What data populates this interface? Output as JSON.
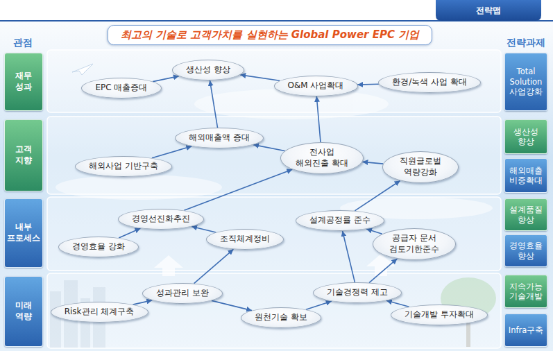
{
  "diagram": {
    "title": "최고의 기술로 고객가치를 실현하는 Global Power EPC 기업",
    "nodes": [
      {
        "text": [
          "재무 성과"
        ]
      },
      {
        "text": [
          "고객 지향"
        ]
      },
      {
        "text": [
          "내부 프로세스"
        ]
      },
      {
        "text": [
          "미래 역량"
        ]
      },
      {
        "text": [
          "EPC 매출증대"
        ]
      },
      {
        "text": [
          "생산성 향상"
        ]
      },
      {
        "text": [
          "O&M 사업확대"
        ]
      },
      {
        "text": [
          "환경/녹색 사업 확대"
        ]
      },
      {
        "text": [
          "해외매출액 증대"
        ]
      },
      {
        "text": [
          "해외사업 기반구축"
        ]
      },
      {
        "text": [
          "전사업 해외진출 확대"
        ]
      },
      {
        "text": [
          "직원글로벌 역량강화"
        ]
      },
      {
        "text": [
          "경영선진화추진"
        ]
      },
      {
        "text": [
          "경영효율 강화"
        ]
      },
      {
        "text": [
          "조직체계정비"
        ]
      },
      {
        "text": [
          "설계공정률 준수"
        ]
      },
      {
        "text": [
          "공급자 문서 검토기한준수"
        ]
      },
      {
        "text": [
          "Risk관리 체계구축"
        ]
      },
      {
        "text": [
          "성과관리 보완"
        ]
      },
      {
        "text": [
          "원천기술 확보"
        ]
      },
      {
        "text": [
          "기술경쟁력 제고"
        ]
      },
      {
        "text": [
          "기술개발 투자확대"
        ]
      },
      {
        "text": [
          "Total Solution 사업강화"
        ]
      },
      {
        "text": [
          "생산성 향상"
        ]
      },
      {
        "text": [
          "해외매출 비중확대"
        ]
      },
      {
        "text": [
          "설계품질 향상"
        ]
      },
      {
        "text": [
          "경영효율 향상"
        ]
      },
      {
        "text": [
          "지속가능 기술개발"
        ]
      },
      {
        "text": [
          "Infra구축"
        ]
      }
    ],
    "edges": [
      {
        "from": 4,
        "to": 5,
        "arrow": "to"
      },
      {
        "from": 6,
        "to": 5,
        "arrow": "to"
      },
      {
        "from": 7,
        "to": 6,
        "arrow": "to"
      },
      {
        "from": 8,
        "to": 5,
        "arrow": "to"
      },
      {
        "from": 9,
        "to": 8,
        "arrow": "to"
      },
      {
        "from": 10,
        "to": 8,
        "arrow": "to"
      },
      {
        "from": 10,
        "to": 6,
        "arrow": "to"
      },
      {
        "from": 11,
        "to": 10,
        "arrow": "to"
      },
      {
        "from": 12,
        "to": 10,
        "arrow": "to"
      },
      {
        "from": 13,
        "to": 12,
        "arrow": "to"
      },
      {
        "from": 14,
        "to": 12,
        "arrow": "to"
      },
      {
        "from": 15,
        "to": 11,
        "arrow": "to"
      },
      {
        "from": 16,
        "to": 15,
        "arrow": "to"
      },
      {
        "from": 17,
        "to": 18,
        "arrow": "to"
      },
      {
        "from": 18,
        "to": 14,
        "arrow": "to"
      },
      {
        "from": 18,
        "to": 19,
        "arrow": "to"
      },
      {
        "from": 19,
        "to": 20,
        "arrow": "to"
      },
      {
        "from": 20,
        "to": 15,
        "arrow": "to"
      },
      {
        "from": 20,
        "to": 16,
        "arrow": "to"
      },
      {
        "from": 21,
        "to": 20,
        "arrow": "to"
      }
    ],
    "labels": [
      "전략맵",
      "관점",
      "전략과제"
    ]
  }
}
